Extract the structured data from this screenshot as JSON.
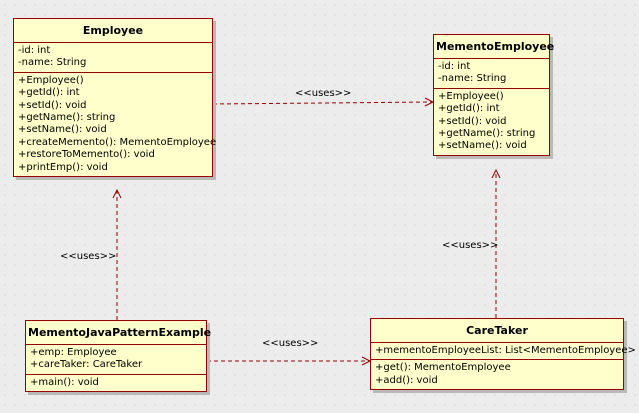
{
  "colors": {
    "box_fill": "#ffffcc",
    "box_border": "#990000",
    "line": "#990000",
    "background": "#ececec"
  },
  "classes": {
    "employee": {
      "name": "Employee",
      "attributes": [
        "-id: int",
        "-name: String"
      ],
      "methods": [
        "+Employee()",
        "+getId(): int",
        "+setId(): void",
        "+getName(): string",
        "+setName(): void",
        "+createMemento(): MementoEmployee",
        "+restoreToMemento(): void",
        "+printEmp(): void"
      ]
    },
    "memento_employee": {
      "name": "MementoEmployee",
      "attributes": [
        "-id: int",
        "-name: String"
      ],
      "methods": [
        "+Employee()",
        "+getId(): int",
        "+setId(): void",
        "+getName(): string",
        "+setName(): void"
      ]
    },
    "example": {
      "name": "MementoJavaPatternExample",
      "attributes": [
        "+emp: Employee",
        "+careTaker: CareTaker"
      ],
      "methods": [
        "+main(): void"
      ]
    },
    "caretaker": {
      "name": "CareTaker",
      "attributes": [
        "+mementoEmployeeList: List<MementoEmployee>"
      ],
      "methods": [
        "+get(): MementoEmployee",
        "+add(): void"
      ]
    }
  },
  "relations": {
    "employee_to_memento": "<<uses>>",
    "example_to_employee": "<<uses>>",
    "example_to_caretaker": "<<uses>>",
    "caretaker_to_memento": "<<uses>>"
  }
}
